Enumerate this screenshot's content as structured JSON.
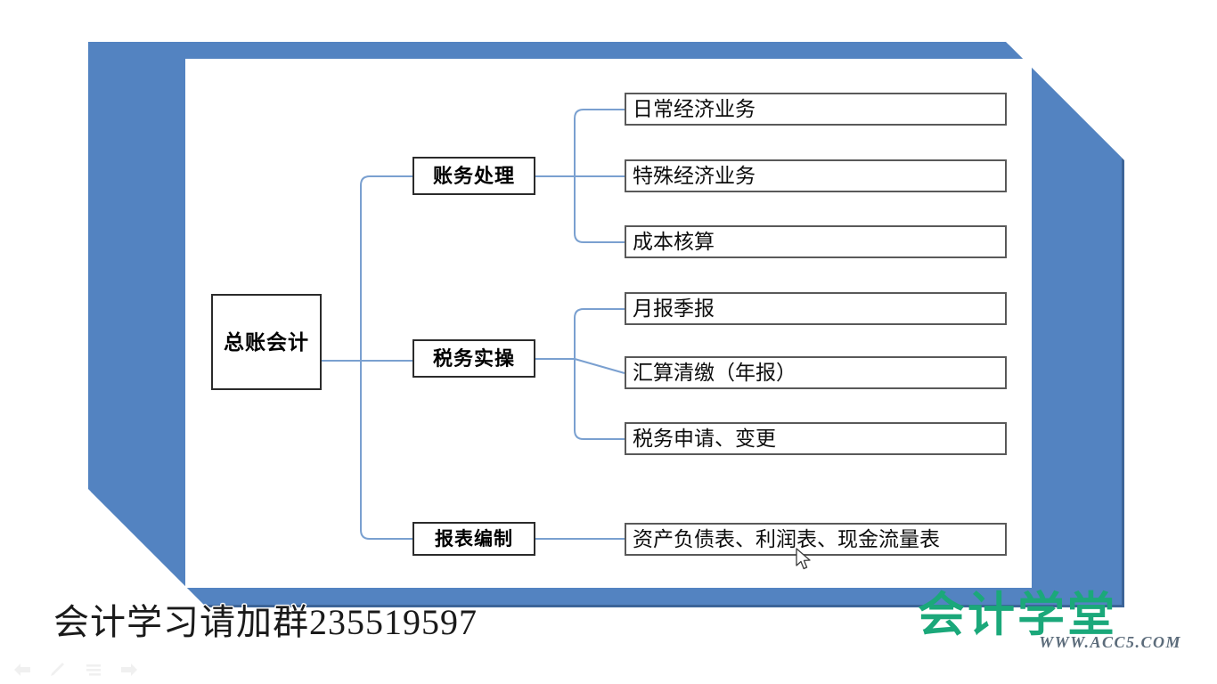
{
  "slide": {
    "accent_color": "#5383C1",
    "accent_shadow_color": "#3C6498",
    "canvas_color": "#FFFFFF"
  },
  "diagram": {
    "root": {
      "label": "总账会计"
    },
    "branches": [
      {
        "label": "账务处理",
        "children": [
          {
            "label": "日常经济业务"
          },
          {
            "label": "特殊经济业务"
          },
          {
            "label": "成本核算"
          }
        ]
      },
      {
        "label": "税务实操",
        "children": [
          {
            "label": "月报季报"
          },
          {
            "label": "汇算清缴（年报）"
          },
          {
            "label": "税务申请、变更"
          }
        ]
      },
      {
        "label": "报表编制",
        "children": [
          {
            "label": "资产负债表、利润表、现金流量表"
          }
        ]
      }
    ],
    "connector_color": "#7AA0D0",
    "node_border_color": "#2B2B2B",
    "leaf_border_color": "#595959"
  },
  "watermark": {
    "text": "会计学习请加群235519597"
  },
  "brand": {
    "name": "会计学堂",
    "url": "WWW.ACC5.COM",
    "color": "#1BA87A",
    "url_color": "#5B6B7A"
  },
  "toolbar": {
    "icons": [
      {
        "name": "back-arrow-icon"
      },
      {
        "name": "pen-icon"
      },
      {
        "name": "list-icon"
      },
      {
        "name": "forward-arrow-icon"
      }
    ]
  }
}
